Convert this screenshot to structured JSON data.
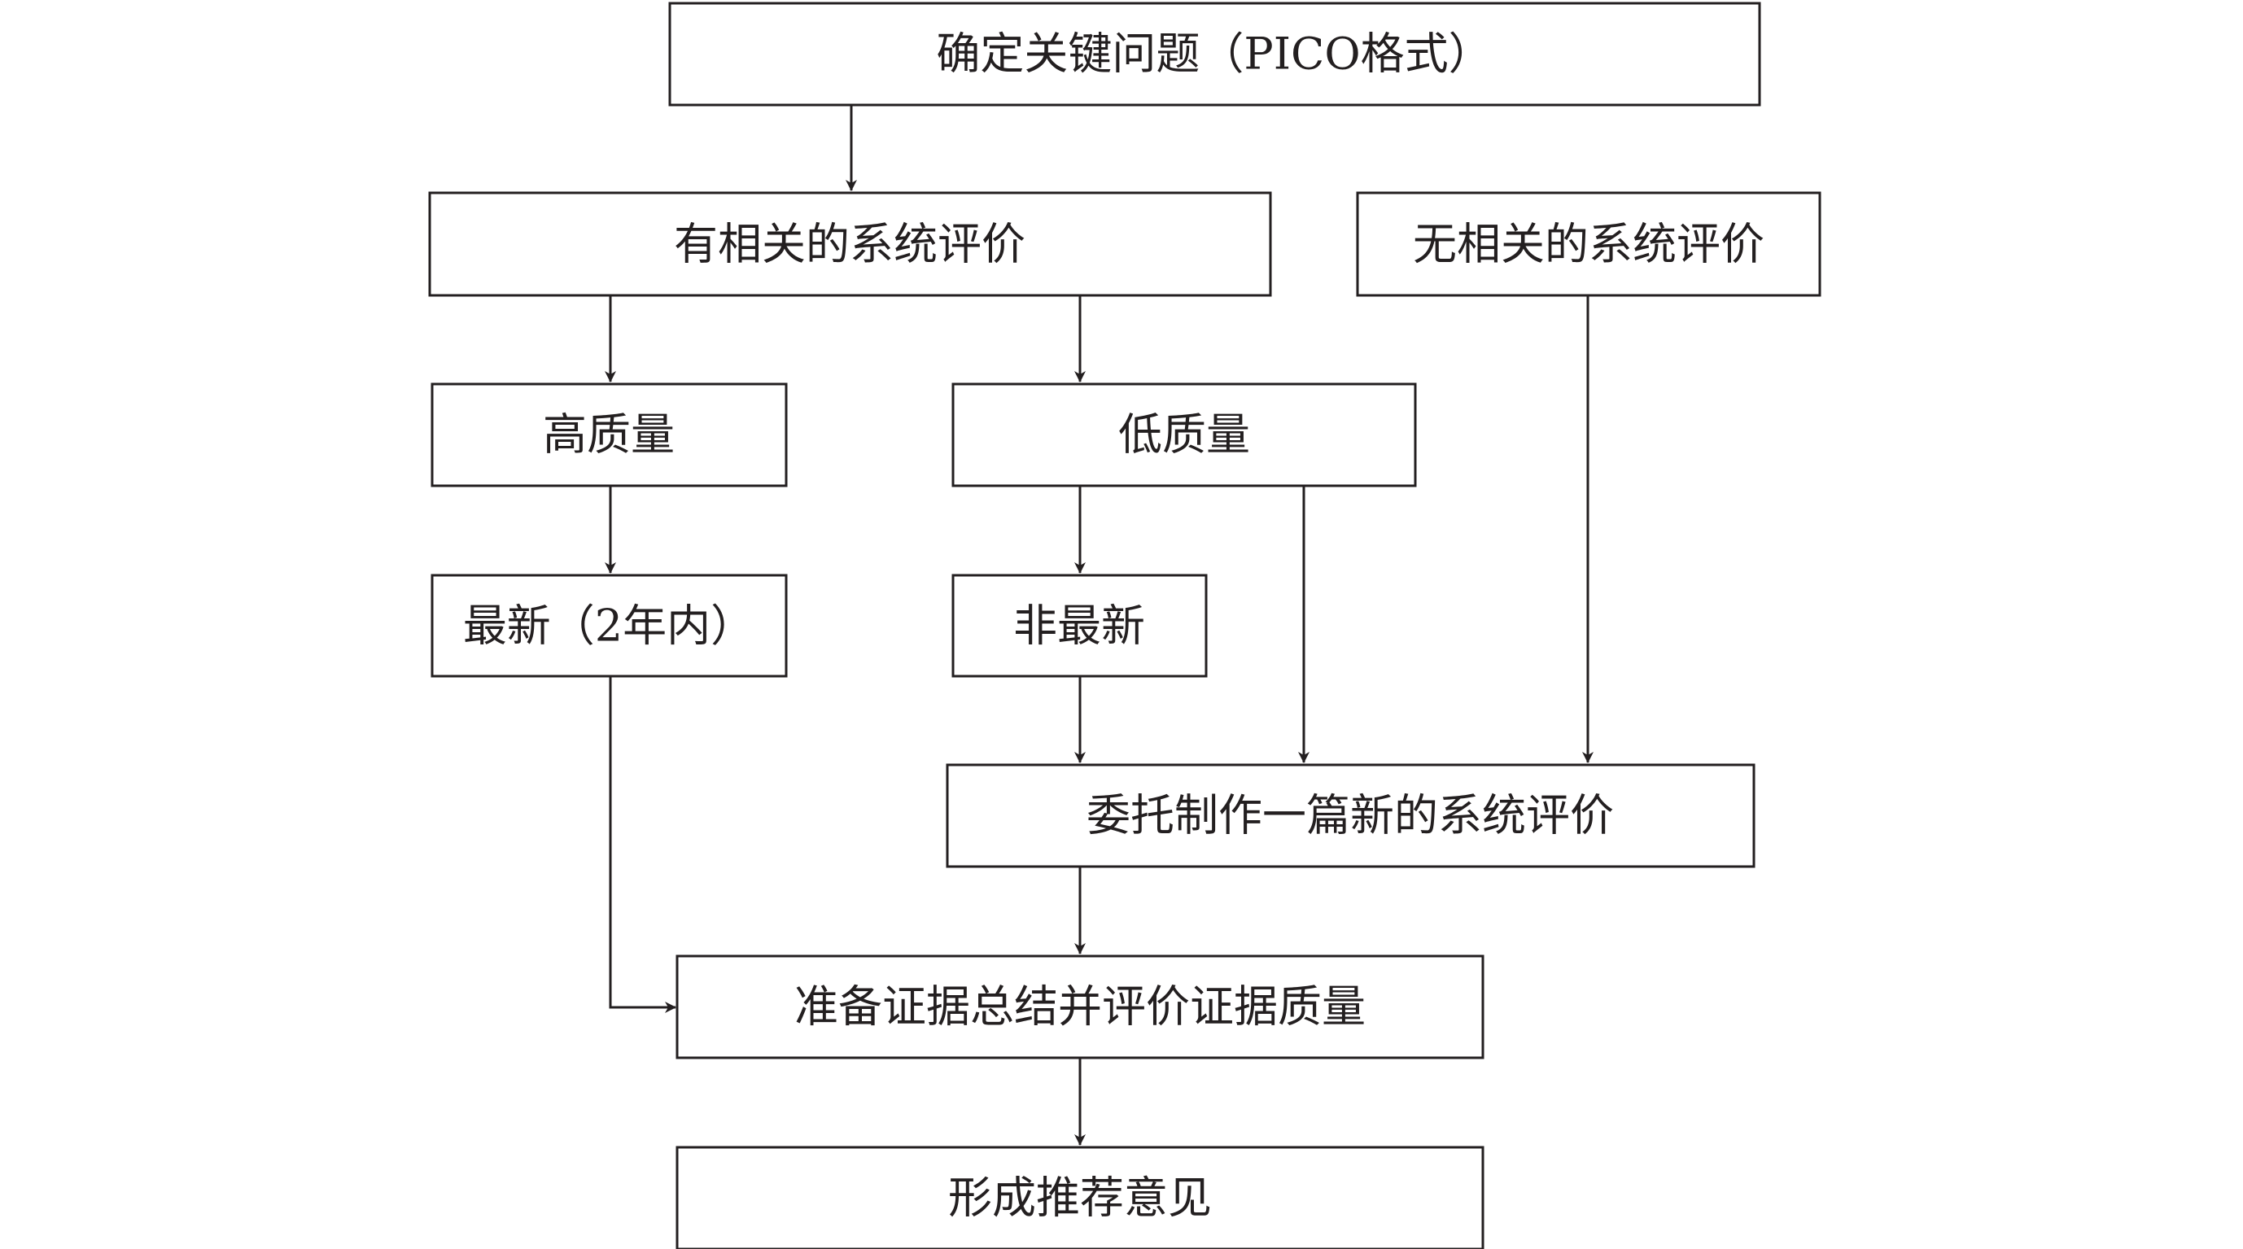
{
  "colors": {
    "line": "#231f20",
    "box_fill": "#ffffff",
    "text": "#231f20"
  },
  "nodes": {
    "define_question": "确定关键问题（PICO格式）",
    "has_review": "有相关的系统评价",
    "no_review": "无相关的系统评价",
    "high_quality": "高质量",
    "low_quality": "低质量",
    "recent": "最新（2年内）",
    "not_recent": "非最新",
    "commission_review": "委托制作一篇新的系统评价",
    "prepare_evidence": "准备证据总结并评价证据质量",
    "form_recommendation": "形成推荐意见"
  },
  "edges": [
    {
      "from": "define_question",
      "to": "has_review"
    },
    {
      "from": "has_review",
      "to": "high_quality"
    },
    {
      "from": "has_review",
      "to": "low_quality"
    },
    {
      "from": "high_quality",
      "to": "recent"
    },
    {
      "from": "low_quality",
      "to": "not_recent"
    },
    {
      "from": "low_quality",
      "to": "commission_review"
    },
    {
      "from": "not_recent",
      "to": "commission_review"
    },
    {
      "from": "no_review",
      "to": "commission_review"
    },
    {
      "from": "recent",
      "to": "prepare_evidence"
    },
    {
      "from": "commission_review",
      "to": "prepare_evidence"
    },
    {
      "from": "prepare_evidence",
      "to": "form_recommendation"
    }
  ]
}
